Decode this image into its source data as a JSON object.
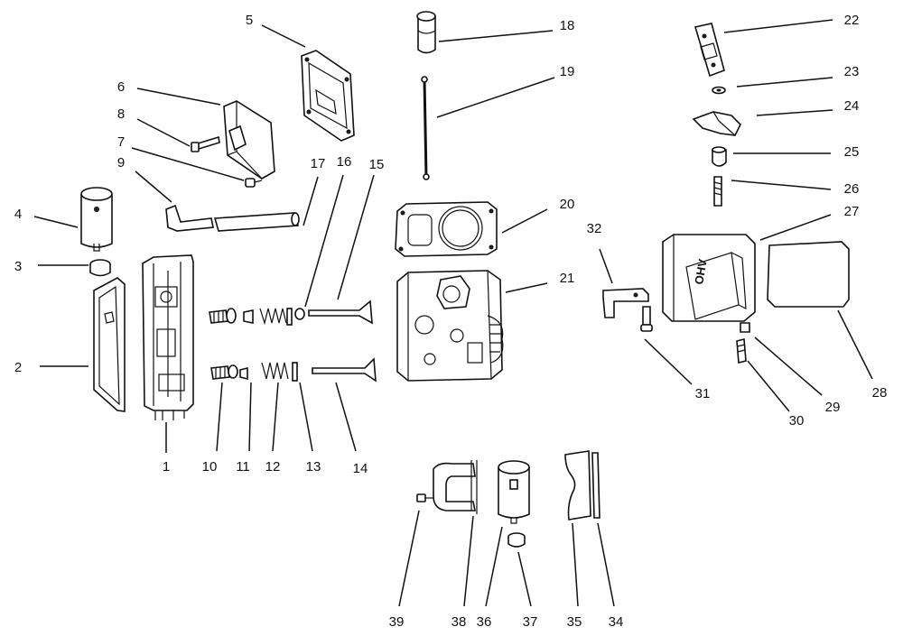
{
  "callouts": [
    {
      "id": "1",
      "label": "1"
    },
    {
      "id": "2",
      "label": "2"
    },
    {
      "id": "3",
      "label": "3"
    },
    {
      "id": "4",
      "label": "4"
    },
    {
      "id": "5",
      "label": "5"
    },
    {
      "id": "6",
      "label": "6"
    },
    {
      "id": "7",
      "label": "7"
    },
    {
      "id": "8",
      "label": "8"
    },
    {
      "id": "9",
      "label": "9"
    },
    {
      "id": "10",
      "label": "10"
    },
    {
      "id": "11",
      "label": "11"
    },
    {
      "id": "12",
      "label": "12"
    },
    {
      "id": "13",
      "label": "13"
    },
    {
      "id": "14",
      "label": "14"
    },
    {
      "id": "15",
      "label": "15"
    },
    {
      "id": "16",
      "label": "16"
    },
    {
      "id": "17",
      "label": "17"
    },
    {
      "id": "18",
      "label": "18"
    },
    {
      "id": "19",
      "label": "19"
    },
    {
      "id": "20",
      "label": "20"
    },
    {
      "id": "21",
      "label": "21"
    },
    {
      "id": "22",
      "label": "22"
    },
    {
      "id": "23",
      "label": "23"
    },
    {
      "id": "24",
      "label": "24"
    },
    {
      "id": "25",
      "label": "25"
    },
    {
      "id": "26",
      "label": "26"
    },
    {
      "id": "27",
      "label": "27"
    },
    {
      "id": "28",
      "label": "28"
    },
    {
      "id": "29",
      "label": "29"
    },
    {
      "id": "30",
      "label": "30"
    },
    {
      "id": "31",
      "label": "31"
    },
    {
      "id": "32",
      "label": "32"
    },
    {
      "id": "34",
      "label": "34"
    },
    {
      "id": "35",
      "label": "35"
    },
    {
      "id": "36",
      "label": "36"
    },
    {
      "id": "37",
      "label": "37"
    },
    {
      "id": "38",
      "label": "38"
    },
    {
      "id": "39",
      "label": "39"
    }
  ],
  "valve_cover_text": "OHV"
}
